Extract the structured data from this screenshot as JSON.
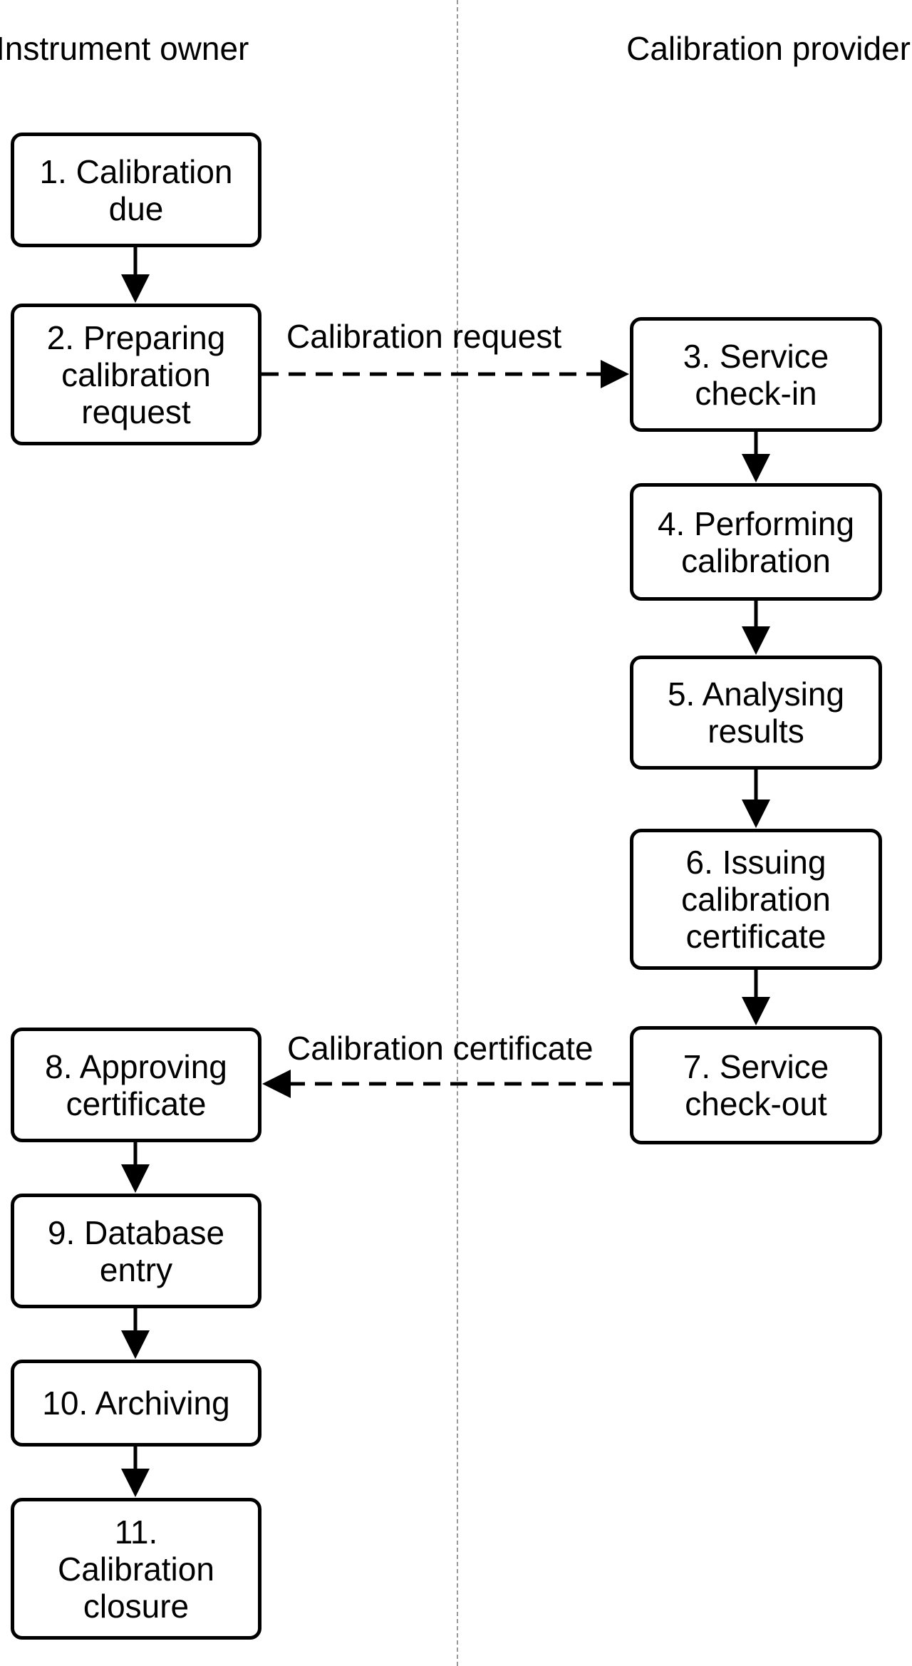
{
  "lanes": {
    "left": "Instrument owner",
    "right": "Calibration provider"
  },
  "steps": [
    {
      "id": "s1",
      "label": "1. Calibration\ndue"
    },
    {
      "id": "s2",
      "label": "2. Preparing\ncalibration\nrequest"
    },
    {
      "id": "s3",
      "label": "3. Service\ncheck-in"
    },
    {
      "id": "s4",
      "label": "4. Performing\ncalibration"
    },
    {
      "id": "s5",
      "label": "5. Analysing\nresults"
    },
    {
      "id": "s6",
      "label": "6. Issuing\ncalibration\ncertificate"
    },
    {
      "id": "s7",
      "label": "7. Service\ncheck-out"
    },
    {
      "id": "s8",
      "label": "8. Approving\ncertificate"
    },
    {
      "id": "s9",
      "label": "9. Database\nentry"
    },
    {
      "id": "s10",
      "label": "10. Archiving"
    },
    {
      "id": "s11",
      "label": "11.\nCalibration\nclosure"
    }
  ],
  "messages": {
    "request": "Calibration request",
    "certificate": "Calibration certificate"
  },
  "colors": {
    "stroke": "#000000",
    "divider": "#9a9a9a",
    "background": "#ffffff"
  }
}
